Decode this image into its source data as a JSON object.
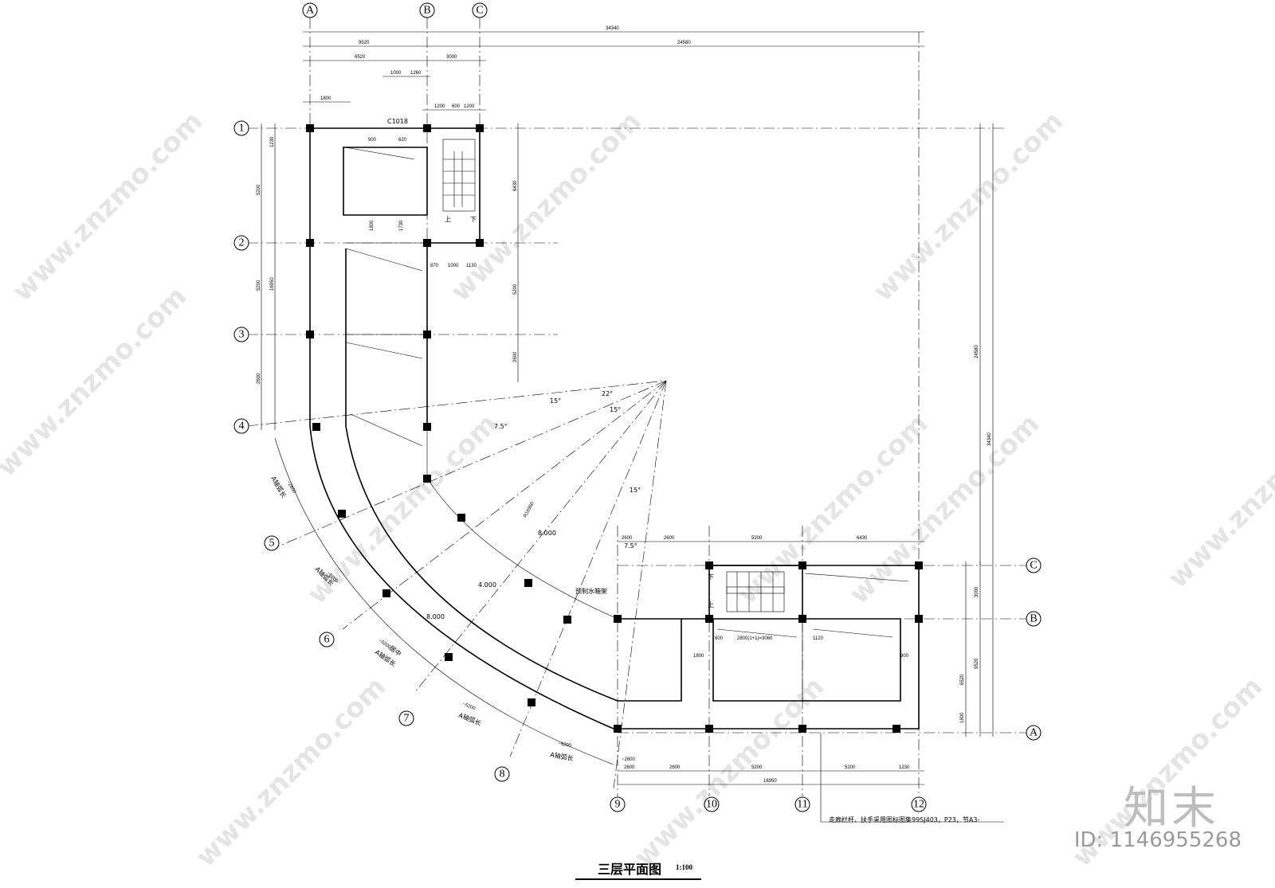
{
  "title": "三层平面图",
  "scale": "1:100",
  "brand": {
    "logo_text": "知末",
    "id_text": "ID: 1146955268"
  },
  "watermark": "www.znzmo.com",
  "axes": {
    "top": [
      "A",
      "B",
      "C"
    ],
    "left": [
      "1",
      "2",
      "3",
      "4"
    ],
    "arc": [
      "5",
      "6",
      "7",
      "8"
    ],
    "bottom": [
      "9",
      "10",
      "11",
      "12"
    ],
    "right": [
      "C",
      "B",
      "A"
    ]
  },
  "dims": {
    "top_total": "34340",
    "top_left": "9520",
    "top_right": "24580",
    "top_a_b": "6520",
    "top_b_c": "3000",
    "top_small_1": "1000",
    "top_small_2": "1260",
    "top_left_1800": "1800",
    "top_row_c": [
      "1200",
      "600",
      "1200"
    ],
    "right_total": "34340",
    "right_upper": "24580",
    "left_1_2": "5200",
    "left_2_3": "5200",
    "left_3_4": "2600",
    "left_total": "16950",
    "left_top_small": "1230",
    "stair_height": "6430",
    "mid_5200": "5200",
    "mid_2600": "2600",
    "mid_2600b": "2600",
    "bottom_row": [
      "2600",
      "2600",
      "5200",
      "5200",
      "1230"
    ],
    "bottom_total": "16950",
    "right_lower": [
      "3000",
      "9520",
      "6520",
      "1800"
    ],
    "bottom_top_row": [
      "2600",
      "2600",
      "5200",
      "6430"
    ],
    "arc_dims": [
      "~2600",
      "~5200",
      "~5200",
      "~5200",
      "~5200",
      "~2600"
    ],
    "stair_labels": [
      "870",
      "1000",
      "1130"
    ],
    "lower_labels": [
      "600",
      "2800(1+1)=3060",
      "1120",
      "900",
      "1800"
    ],
    "upper_room": [
      "900",
      "620",
      "1800",
      "1730"
    ]
  },
  "labels": {
    "window_tag": "C1018",
    "arc_note": "A轴弧长",
    "arc_centre": "居中",
    "elevation_1": "4.000",
    "elevation_2": "8.000",
    "elevation_3": "8.000",
    "precast": "预制水箱架",
    "railing_note": "走廊栏杆、扶手采用图标图集99SJ403，P23，节A3-",
    "angle_1": "15°",
    "angle_2": "15°",
    "angle_3": "15°",
    "angle_4": "7.5°",
    "angle_5": "7.5°",
    "angle_6": "22°",
    "radius_label": "R16950",
    "stair_up": "上",
    "stair_down": "下"
  }
}
